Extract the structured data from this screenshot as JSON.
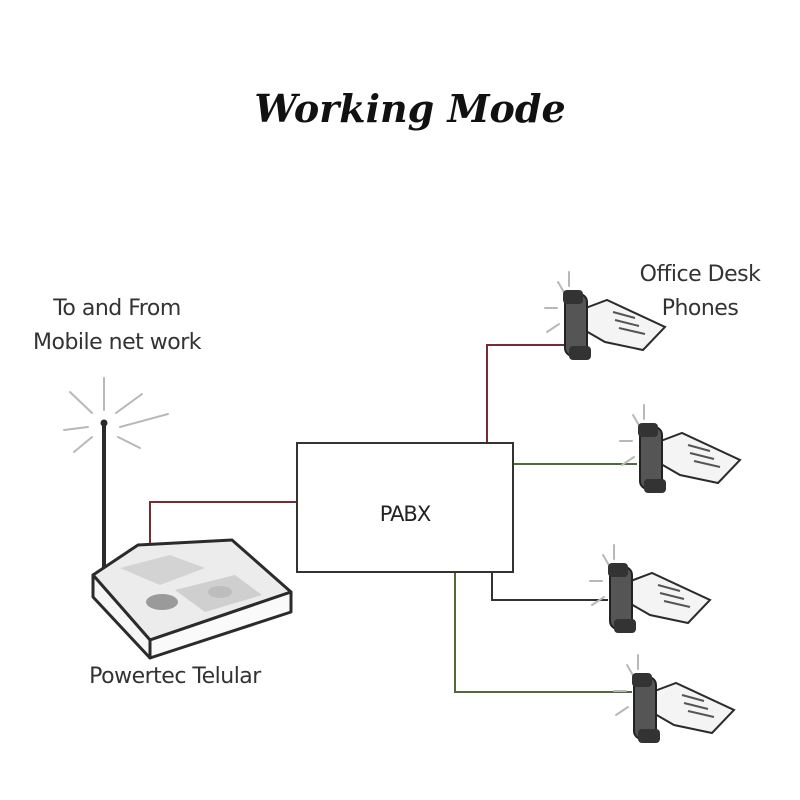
{
  "title": "Working Mode",
  "labels": {
    "network": [
      "To and From",
      "Mobile net work"
    ],
    "device": "Powertec Telular",
    "pabx": "PABX",
    "phones": [
      "Office Desk",
      "Phones"
    ]
  },
  "colors": {
    "link_red": "#7a2a35",
    "link_green": "#4f6b3a",
    "outline": "#333333"
  }
}
